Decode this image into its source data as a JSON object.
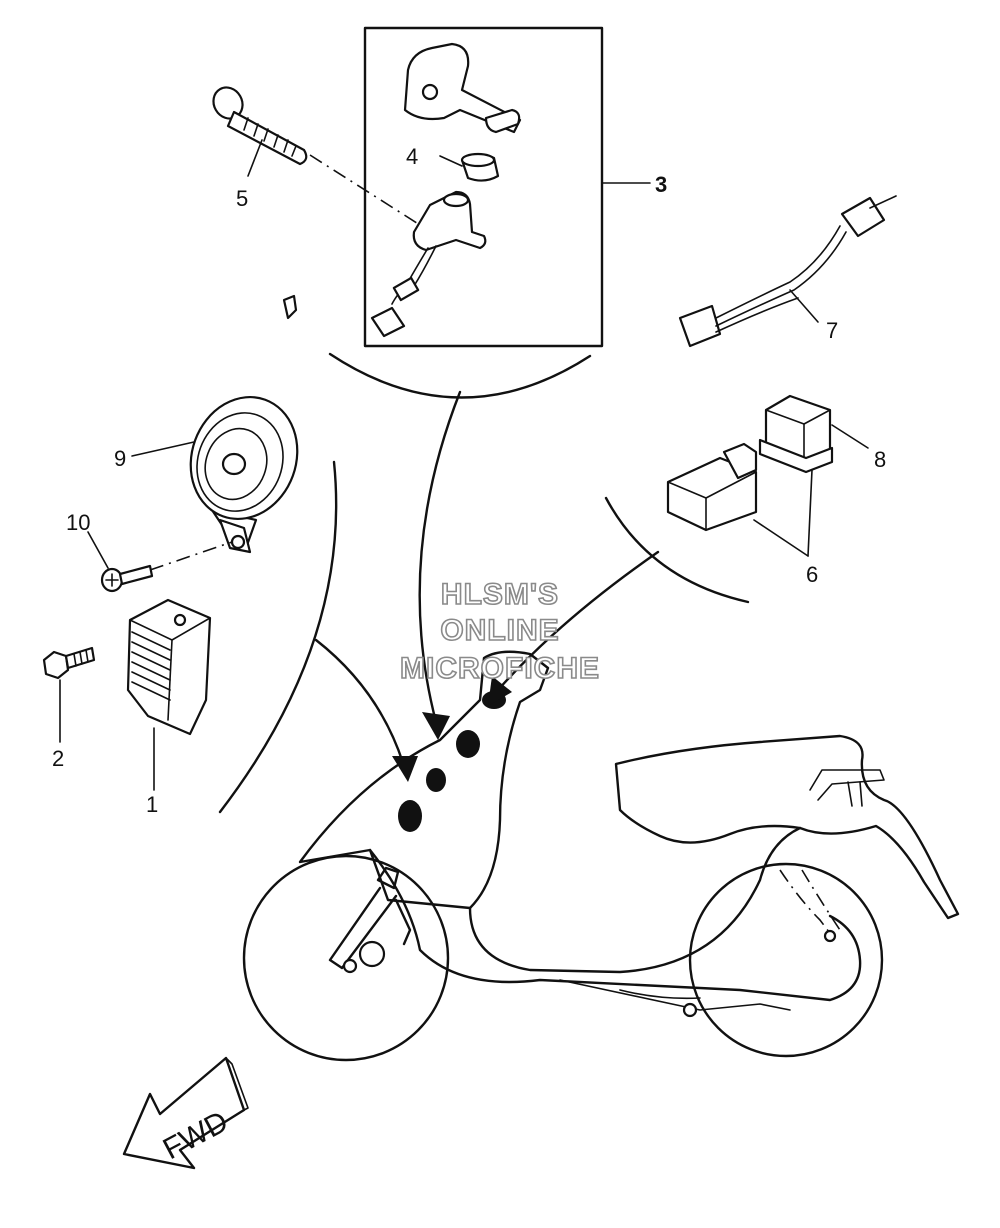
{
  "callouts": [
    {
      "id": "1",
      "label": "1"
    },
    {
      "id": "2",
      "label": "2"
    },
    {
      "id": "3",
      "label": "3"
    },
    {
      "id": "4",
      "label": "4"
    },
    {
      "id": "5",
      "label": "5"
    },
    {
      "id": "6",
      "label": "6"
    },
    {
      "id": "7",
      "label": "7"
    },
    {
      "id": "8",
      "label": "8"
    },
    {
      "id": "9",
      "label": "9"
    },
    {
      "id": "10",
      "label": "10"
    }
  ],
  "watermark": {
    "line1": "HLSM'S",
    "line2": "ONLINE",
    "line3": "MICROFICHE"
  },
  "direction_arrow": {
    "label": "FWD",
    "icon": "fwd-arrow-icon"
  }
}
